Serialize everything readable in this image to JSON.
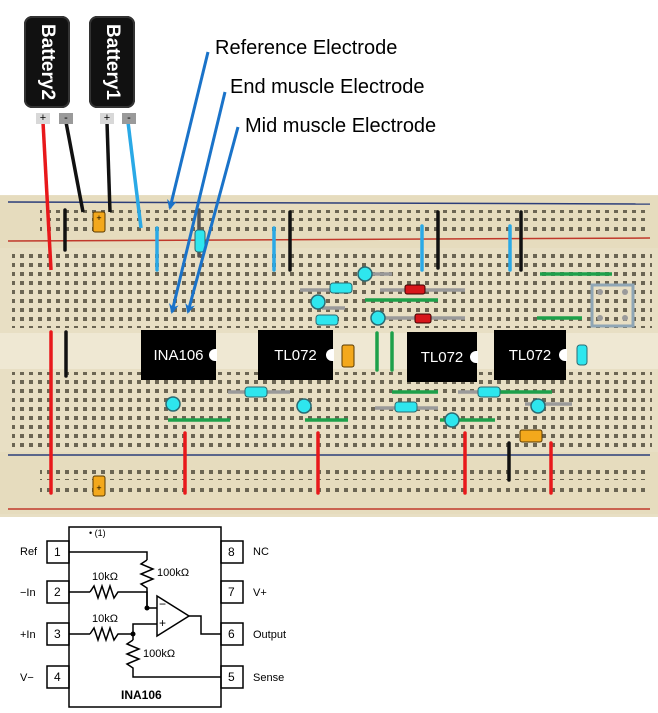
{
  "batteries": [
    {
      "label": "Battery2",
      "terminals": [
        "+",
        "-"
      ]
    },
    {
      "label": "Battery1",
      "terminals": [
        "+",
        "-"
      ]
    }
  ],
  "callouts": {
    "reference": "Reference Electrode",
    "end_muscle": "End muscle Electrode",
    "mid_muscle": "Mid muscle Electrode"
  },
  "chips": [
    "INA106",
    "TL072",
    "TL072",
    "TL072"
  ],
  "schematic": {
    "left_pins": [
      {
        "num": "1",
        "label": "Ref"
      },
      {
        "num": "2",
        "label": "−In"
      },
      {
        "num": "3",
        "label": "+In"
      },
      {
        "num": "4",
        "label": "V−"
      }
    ],
    "right_pins": [
      {
        "num": "8",
        "label": "NC"
      },
      {
        "num": "7",
        "label": "V+"
      },
      {
        "num": "6",
        "label": "Output"
      },
      {
        "num": "5",
        "label": "Sense"
      }
    ],
    "pin1_marker": "• (1)",
    "resistors": {
      "r_top": "100kΩ",
      "r_in1": "10kΩ",
      "r_in2": "10kΩ",
      "r_bottom": "100kΩ"
    },
    "opamp_minus": "−",
    "opamp_plus": "+",
    "part_name": "INA106"
  },
  "colors": {
    "breadboard": "#e8dfc4",
    "wire_red": "#e8181b",
    "wire_black": "#111111",
    "wire_blue": "#2aa9e6",
    "wire_green": "#1da04a",
    "wire_gray": "#9a9a9a",
    "capacitor_cyan": "#2ee6ee",
    "capacitor_orange": "#f3a81c",
    "arrow_blue": "#1a73c9"
  }
}
